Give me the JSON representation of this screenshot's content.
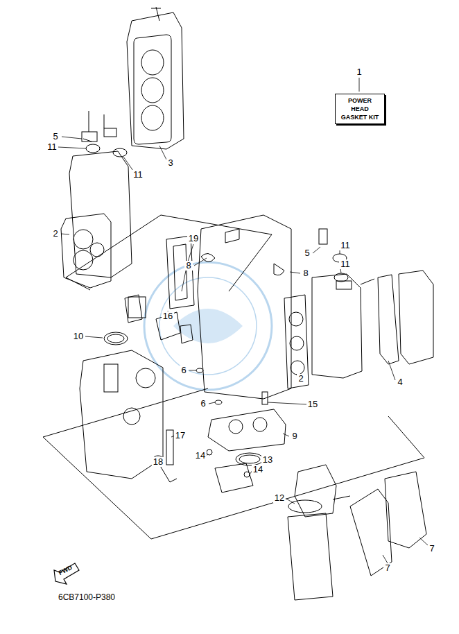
{
  "diagram": {
    "nodes": [
      {
        "text": [
          "POWER HEAD GASKET KIT"
        ]
      }
    ],
    "labels": [
      "1",
      "5",
      "11",
      "11",
      "3",
      "2",
      "19",
      "8",
      "5",
      "11",
      "8",
      "11",
      "4",
      "16",
      "10",
      "2",
      "6",
      "6",
      "15",
      "9",
      "17",
      "18",
      "14",
      "13",
      "14",
      "12",
      "7",
      "7",
      "FWD",
      "6CB7100-P380"
    ]
  }
}
